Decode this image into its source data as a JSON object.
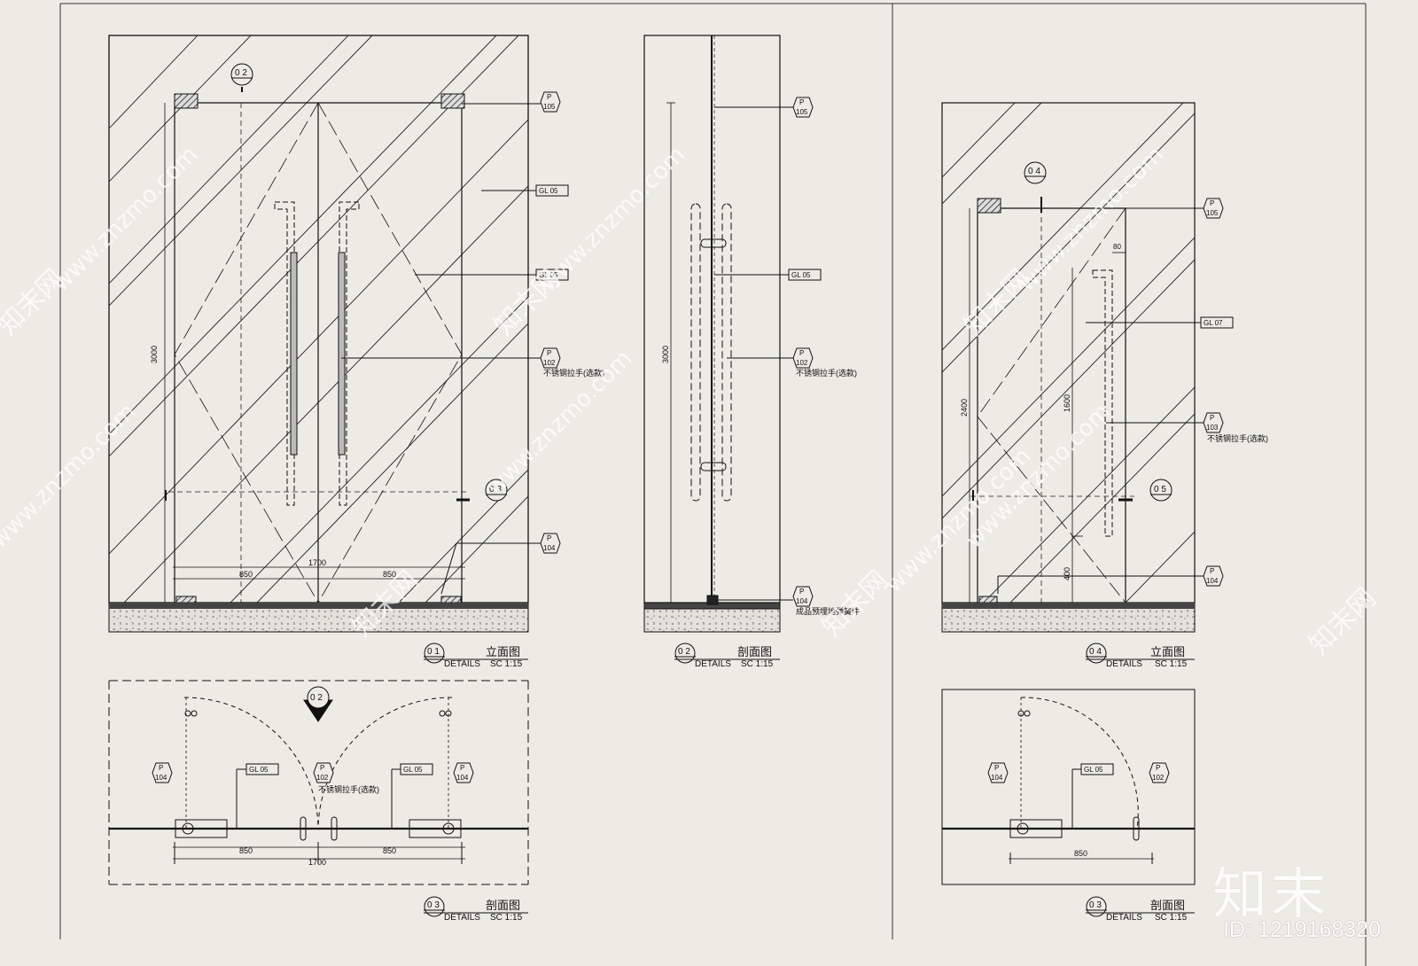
{
  "details": {
    "d01": {
      "num": "0 1",
      "title": "立面图",
      "details": "DETAILS",
      "scale": "SC 1:15"
    },
    "d02": {
      "num": "0 2",
      "title": "剖面图",
      "details": "DETAILS",
      "scale": "SC 1:15"
    },
    "d03": {
      "num": "0 3",
      "title": "剖面图",
      "details": "DETAILS",
      "scale": "SC 1:15"
    },
    "d04": {
      "num": "0 4",
      "title": "立面图",
      "details": "DETAILS",
      "scale": "SC 1:15"
    },
    "d03b": {
      "num": "0 3",
      "title": "剖面图",
      "details": "DETAILS",
      "scale": "SC 1:15"
    }
  },
  "section_marks": {
    "m02a": "0 2",
    "m03a": "0 3",
    "m02b": "0 2",
    "m04a": "0 4",
    "m05a": "0 5"
  },
  "tags": {
    "p_letter": "P",
    "p105": "105",
    "p102": "102",
    "p104": "104",
    "p103": "103",
    "gl05": "GL 05",
    "gl07": "GL 07"
  },
  "notes": {
    "handle": "不锈钢拉手(选款)",
    "floor_spring": "成品预埋地弹簧件"
  },
  "dims": {
    "h3000": "3000",
    "w1700": "1700",
    "w850": "850",
    "h2400": "2400",
    "h1600": "1600",
    "h400": "400",
    "w80": "80"
  },
  "watermarks": {
    "site": "www.znzmo.com",
    "cn": "知末网"
  },
  "brand": {
    "logo": "知末",
    "id": "ID: 1219168320"
  },
  "colors": {
    "paper": "#ecebe4",
    "line": "#111111"
  }
}
